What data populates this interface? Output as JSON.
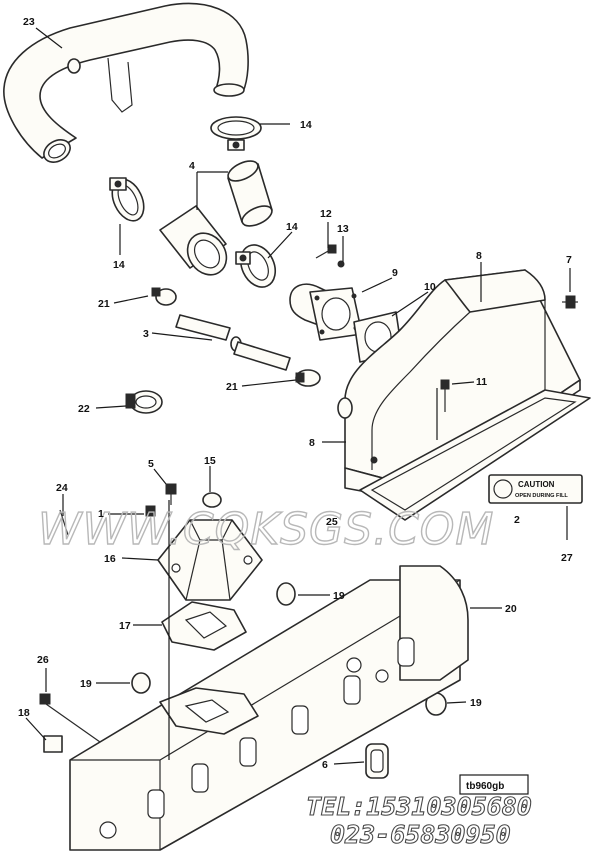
{
  "callouts": [
    {
      "label": "23"
    },
    {
      "label": "14"
    },
    {
      "label": "4"
    },
    {
      "label": "14"
    },
    {
      "label": "14"
    },
    {
      "label": "12"
    },
    {
      "label": "13"
    },
    {
      "label": "9"
    },
    {
      "label": "10"
    },
    {
      "label": "8"
    },
    {
      "label": "7"
    },
    {
      "label": "21"
    },
    {
      "label": "3"
    },
    {
      "label": "21"
    },
    {
      "label": "11"
    },
    {
      "label": "22"
    },
    {
      "label": "8"
    },
    {
      "label": "5"
    },
    {
      "label": "15"
    },
    {
      "label": "24"
    },
    {
      "label": "1"
    },
    {
      "label": "25"
    },
    {
      "label": "2"
    },
    {
      "label": "27"
    },
    {
      "label": "16"
    },
    {
      "label": "19"
    },
    {
      "label": "20"
    },
    {
      "label": "17"
    },
    {
      "label": "26"
    },
    {
      "label": "19"
    },
    {
      "label": "19"
    },
    {
      "label": "18"
    },
    {
      "label": "6"
    }
  ],
  "caution_label": {
    "title": "CAUTION",
    "subtitle": "OPEN DURING FILL"
  },
  "drawing_ref": "tb960gb",
  "watermark": "WWW.CQKSGS.COM",
  "contact": {
    "tel": "TEL:15310305680",
    "phone": "023-65830950"
  }
}
